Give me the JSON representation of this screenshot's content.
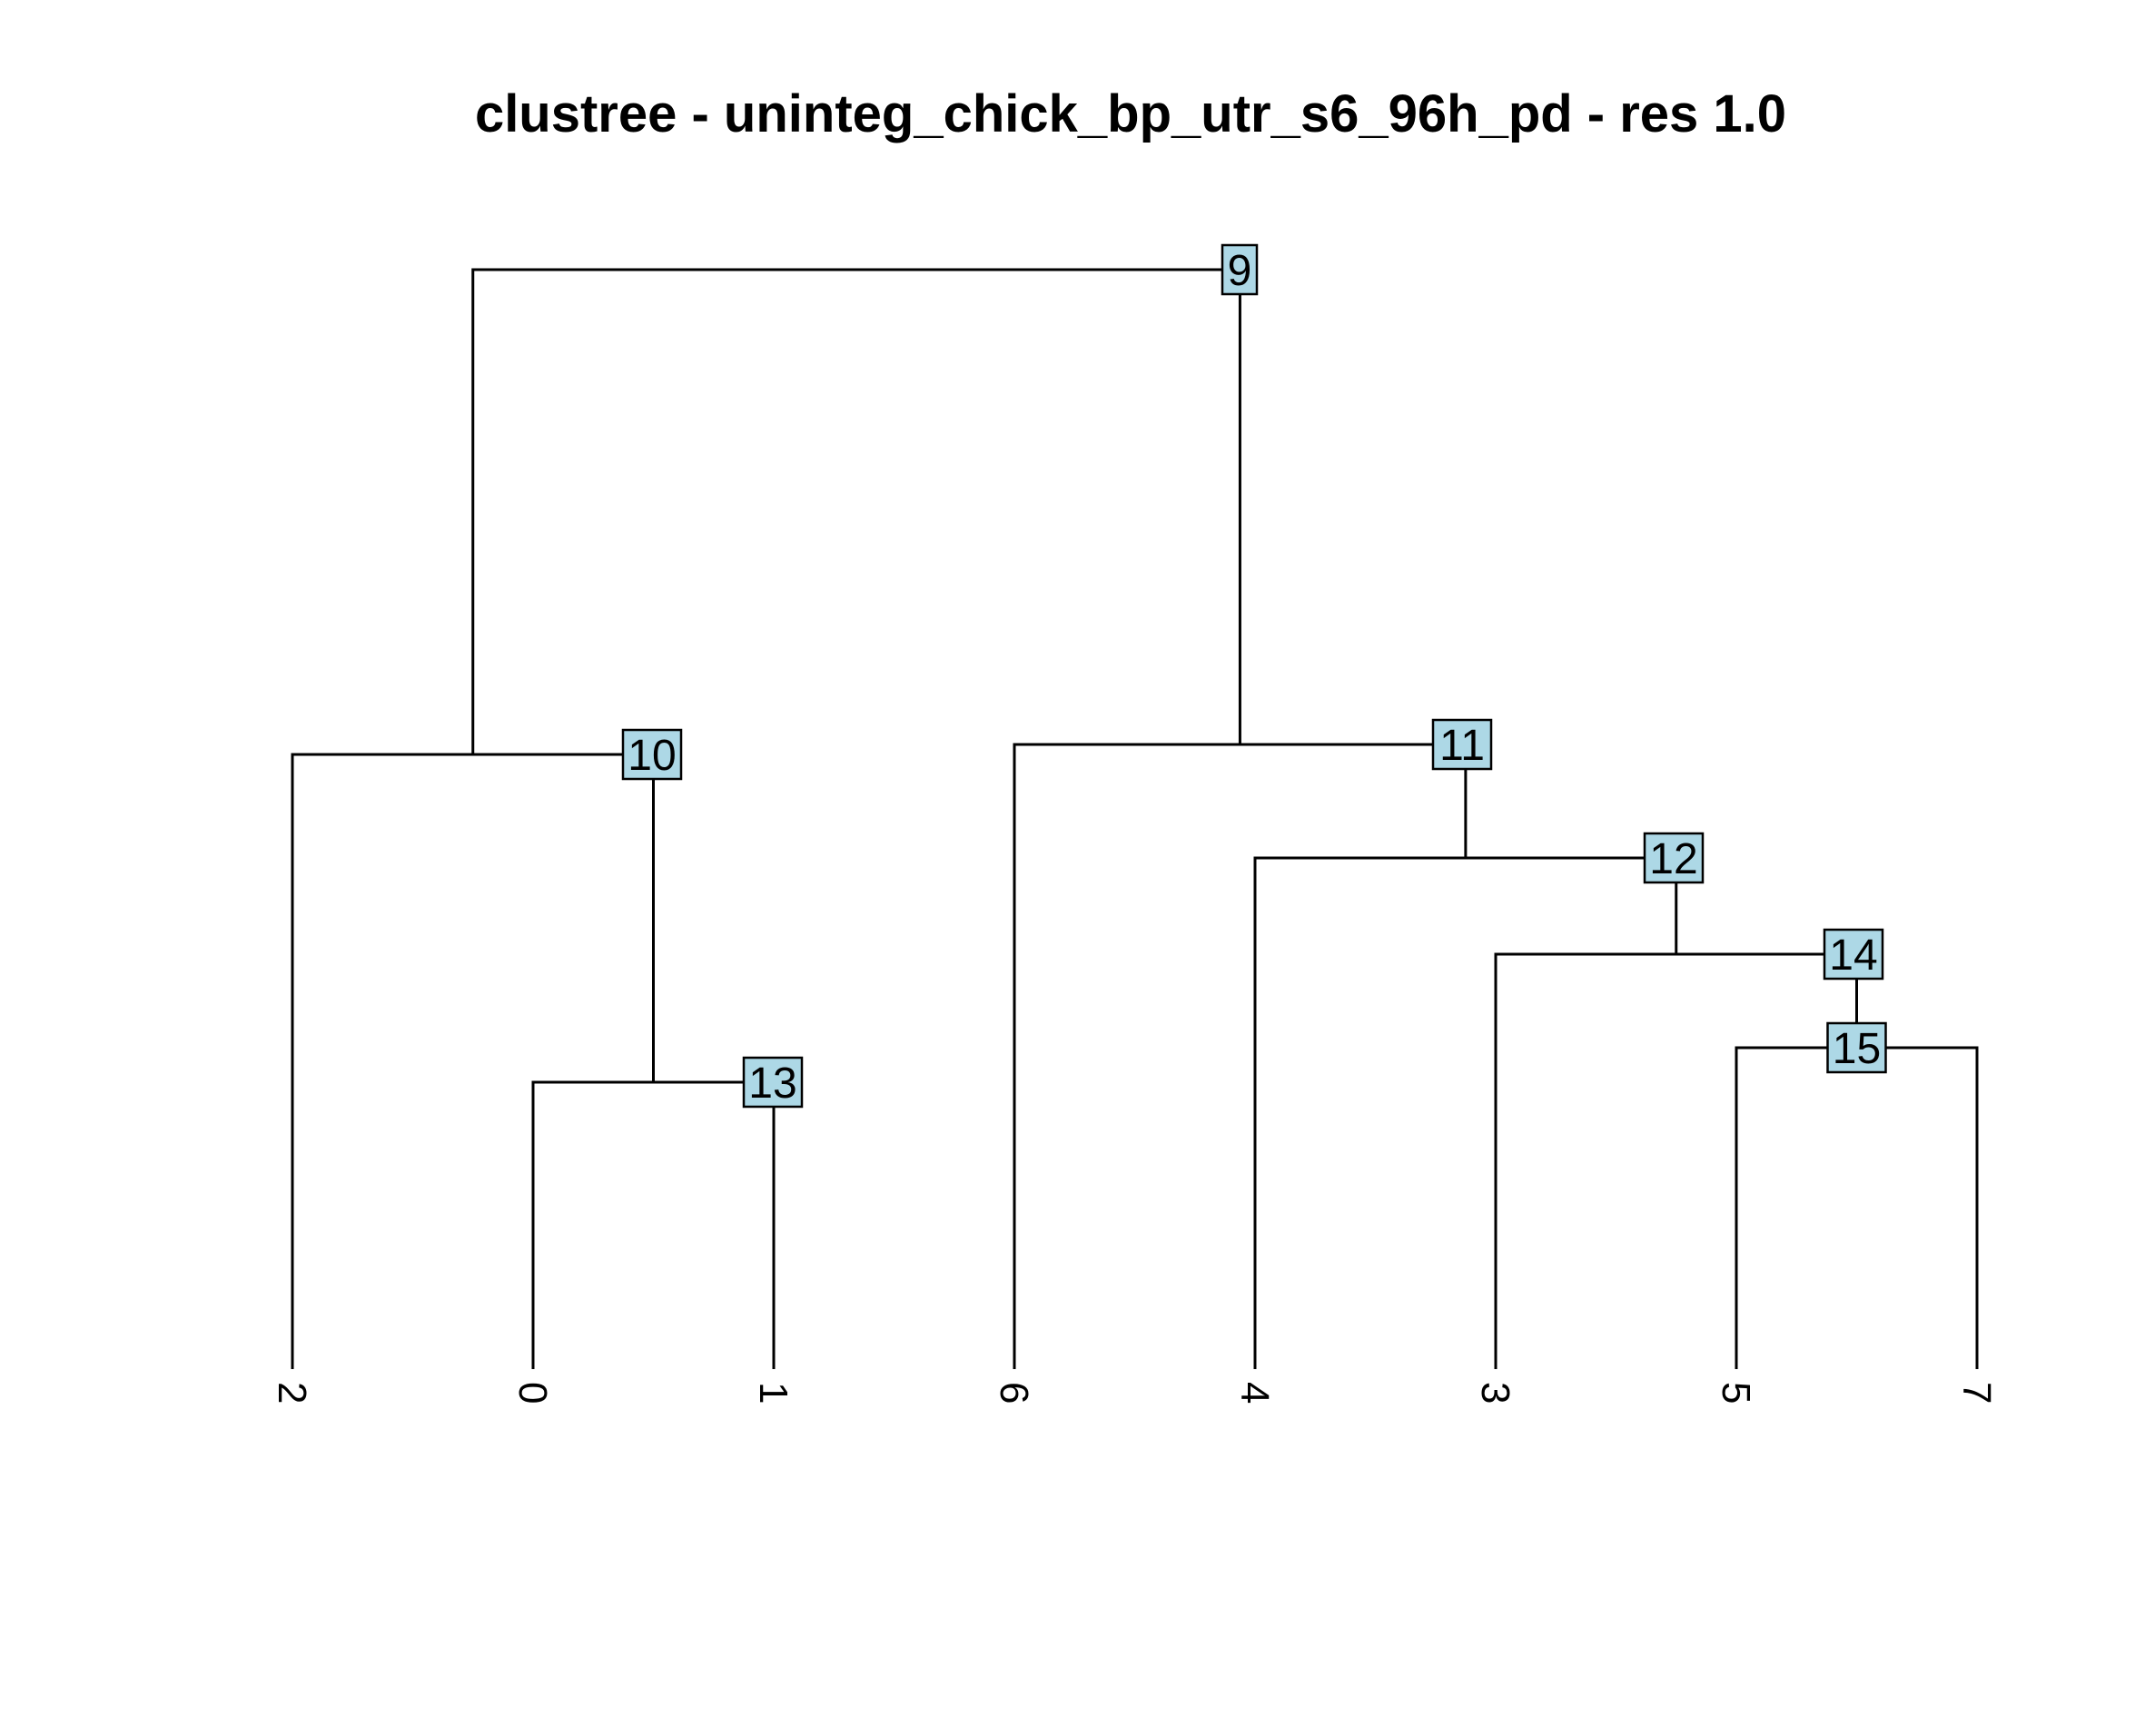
{
  "title": "clustree - uninteg_chick_bp_utr_s6_96h_pd - res 1.0",
  "colors": {
    "node_fill": "#add8e6",
    "line": "#000000",
    "text": "#000000"
  },
  "tree": {
    "leaves": [
      "2",
      "0",
      "1",
      "6",
      "4",
      "3",
      "5",
      "7"
    ],
    "internal_nodes": [
      {
        "id": "9",
        "children": [
          "10",
          "11"
        ]
      },
      {
        "id": "10",
        "children": [
          "2",
          "13"
        ]
      },
      {
        "id": "11",
        "children": [
          "6",
          "12"
        ]
      },
      {
        "id": "12",
        "children": [
          "4",
          "14"
        ]
      },
      {
        "id": "13",
        "children": [
          "0",
          "1"
        ]
      },
      {
        "id": "14",
        "children": [
          "3",
          "15"
        ]
      },
      {
        "id": "15",
        "children": [
          "5",
          "7"
        ]
      }
    ]
  }
}
